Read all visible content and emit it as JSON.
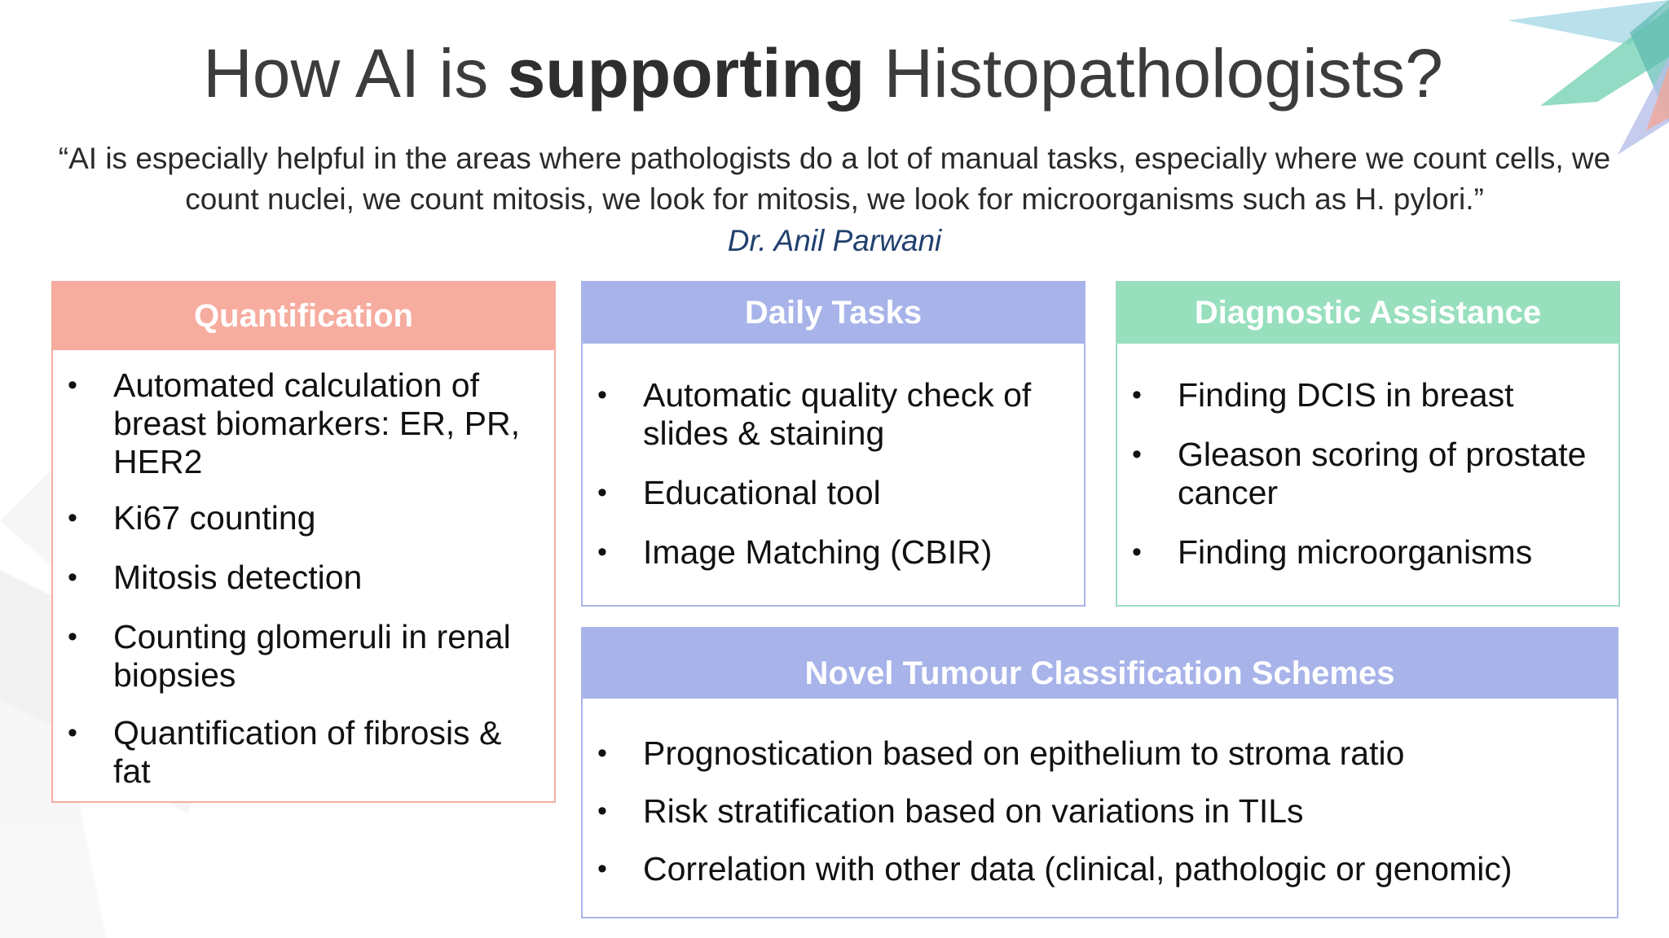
{
  "slide": {
    "title_pre": "How AI is ",
    "title_bold": "supporting",
    "title_post": " Histopathologists?",
    "quote": "“AI is especially helpful in the areas where pathologists do a lot of manual tasks, especially where we count cells, we count nuclei, we count mitosis, we look for mitosis, we look for microorganisms such as H. pylori.”",
    "author": "Dr. Anil Parwani"
  },
  "quantification": {
    "heading": "Quantification",
    "items": [
      "Automated calculation of breast biomarkers: ER, PR, HER2",
      "Ki67 counting",
      "Mitosis detection",
      "Counting glomeruli in renal biopsies",
      "Quantification of fibrosis & fat"
    ]
  },
  "daily_tasks": {
    "heading": "Daily Tasks",
    "items": [
      "Automatic quality check of slides & staining",
      "Educational tool",
      "Image Matching (CBIR)"
    ]
  },
  "diagnostic": {
    "heading": "Diagnostic Assistance",
    "items": [
      "Finding DCIS in breast",
      "Gleason scoring of prostate cancer",
      "Finding microorganisms"
    ]
  },
  "novel": {
    "heading": "Novel Tumour Classification Schemes",
    "items": [
      "Prognostication based on epithelium to stroma ratio",
      "Risk stratification based on variations in TILs",
      "Correlation with other data (clinical, pathologic or genomic)"
    ]
  },
  "bullet_glyph": "•",
  "colors": {
    "quantification": "#f6ac9e",
    "daily_tasks": "#a7b3e9",
    "diagnostic": "#97dfbd",
    "novel": "#a7b3e9",
    "author": "#21406e"
  }
}
